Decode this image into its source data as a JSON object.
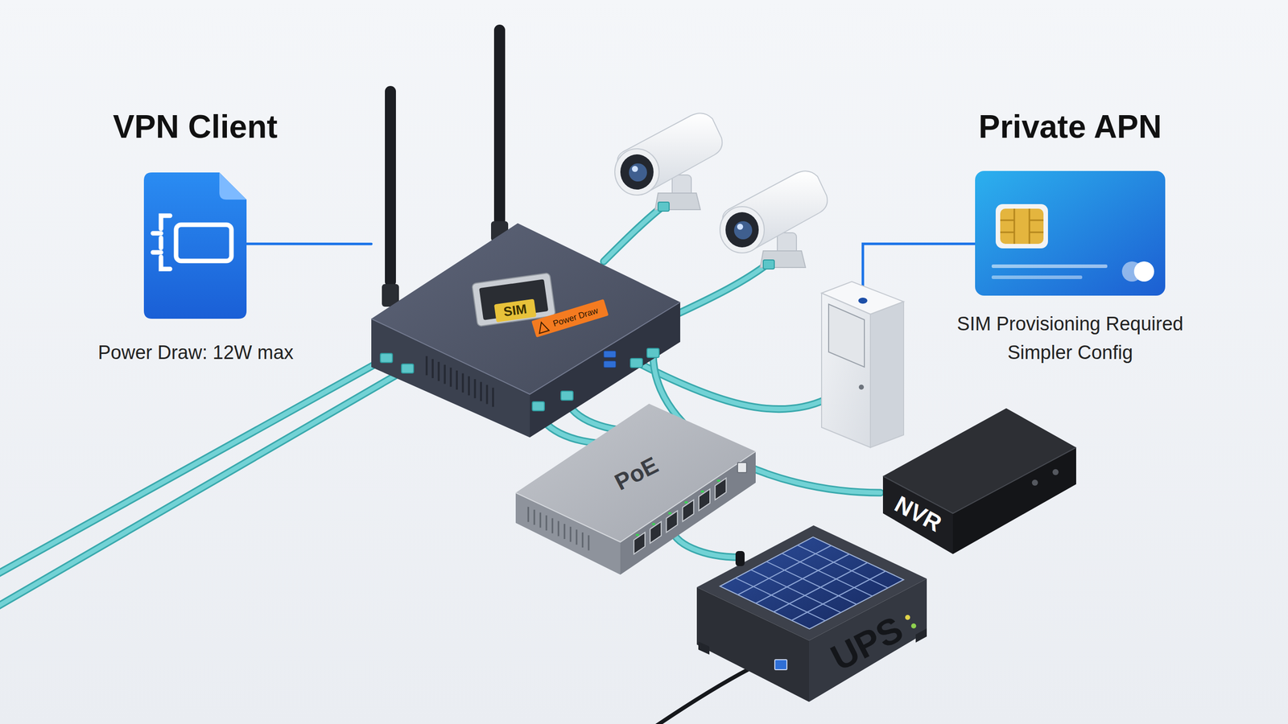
{
  "diagram": {
    "nodes": [
      {
        "text": [
          "VPN Client",
          "Power Draw: 12W max"
        ]
      },
      {
        "text": [
          "SIM",
          "Power Draw"
        ]
      },
      {
        "text": [
          "Private APN",
          "SIM Provisioning Required",
          "Simpler Config"
        ]
      },
      {
        "text": [
          "PoE"
        ]
      },
      {
        "text": [
          "NVR"
        ]
      },
      {
        "text": [
          "UPS"
        ]
      }
    ],
    "edges": [
      {
        "from": 0,
        "to": 1,
        "arrow": "none"
      },
      {
        "from": 1,
        "to": 3,
        "arrow": "none"
      },
      {
        "from": 1,
        "to": 3,
        "arrow": "none"
      },
      {
        "from": 1,
        "to": 4,
        "arrow": "none"
      },
      {
        "from": 3,
        "to": 5,
        "arrow": "none"
      }
    ]
  }
}
